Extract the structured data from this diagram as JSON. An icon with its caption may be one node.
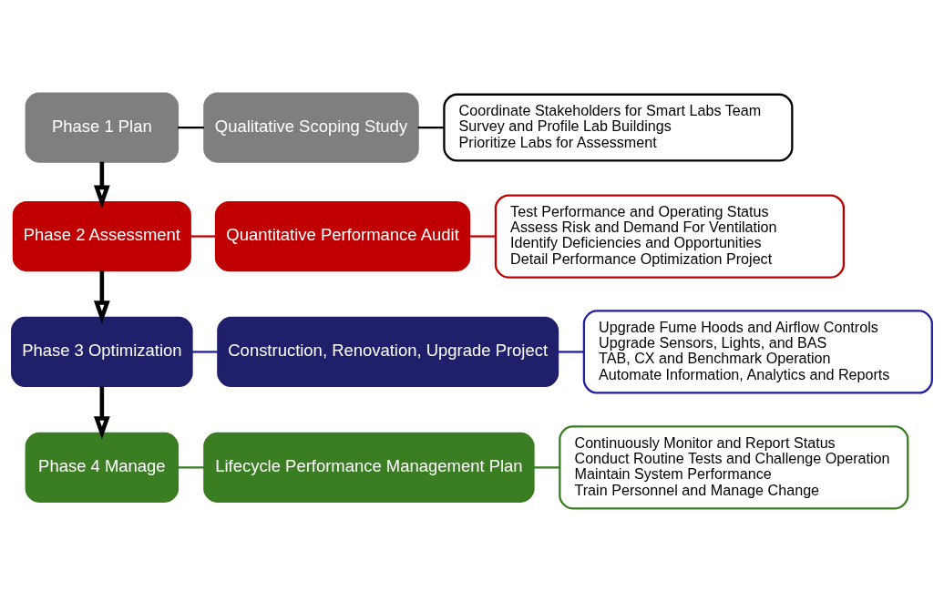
{
  "diagram": {
    "nodes": [
      {
        "text": [
          "Phase 1 Plan"
        ]
      },
      {
        "text": [
          "Qualitative Scoping Study"
        ]
      },
      {
        "text": [
          "Coordinate Stakeholders for Smart Labs Team",
          "Survey and Profile Lab Buildings",
          "Prioritize Labs for Assessment"
        ]
      },
      {
        "text": [
          "Phase 2 Assessment"
        ]
      },
      {
        "text": [
          "Quantitative Performance Audit"
        ]
      },
      {
        "text": [
          "Test Performance and Operating Status",
          "Assess Risk and Demand For Ventilation",
          "Identify Deficiencies and Opportunities",
          "Detail Performance Optimization Project"
        ]
      },
      {
        "text": [
          "Phase 3 Optimization"
        ]
      },
      {
        "text": [
          "Construction, Renovation, Upgrade Project"
        ]
      },
      {
        "text": [
          "Upgrade Fume Hoods and Airflow Controls",
          "Upgrade Sensors, Lights, and BAS",
          "TAB, CX and Benchmark Operation",
          "Automate Information, Analytics and Reports"
        ]
      },
      {
        "text": [
          "Phase 4 Manage"
        ]
      },
      {
        "text": [
          "Lifecycle Performance Management Plan"
        ]
      },
      {
        "text": [
          "Continuously Monitor and Report Status",
          "Conduct Routine Tests and Challenge Operation",
          "Maintain System Performance",
          "Train Personnel and Manage Change"
        ]
      }
    ],
    "edges": [
      {
        "from": 0,
        "to": 1,
        "arrow": "none"
      },
      {
        "from": 1,
        "to": 2,
        "arrow": "none"
      },
      {
        "from": 3,
        "to": 4,
        "arrow": "none",
        "color": "#c00000"
      },
      {
        "from": 4,
        "to": 5,
        "arrow": "none",
        "color": "#c00000"
      },
      {
        "from": 6,
        "to": 7,
        "arrow": "none",
        "color": "#1f1fa0"
      },
      {
        "from": 7,
        "to": 8,
        "arrow": "none",
        "color": "#1f1fa0"
      },
      {
        "from": 9,
        "to": 10,
        "arrow": "none",
        "color": "#3a7d22"
      },
      {
        "from": 10,
        "to": 11,
        "arrow": "none",
        "color": "#3a7d22"
      },
      {
        "from": 0,
        "to": 3,
        "arrow": "to",
        "style": "thick"
      },
      {
        "from": 3,
        "to": 6,
        "arrow": "to",
        "style": "thick"
      },
      {
        "from": 6,
        "to": 9,
        "arrow": "to",
        "style": "thick"
      }
    ]
  }
}
